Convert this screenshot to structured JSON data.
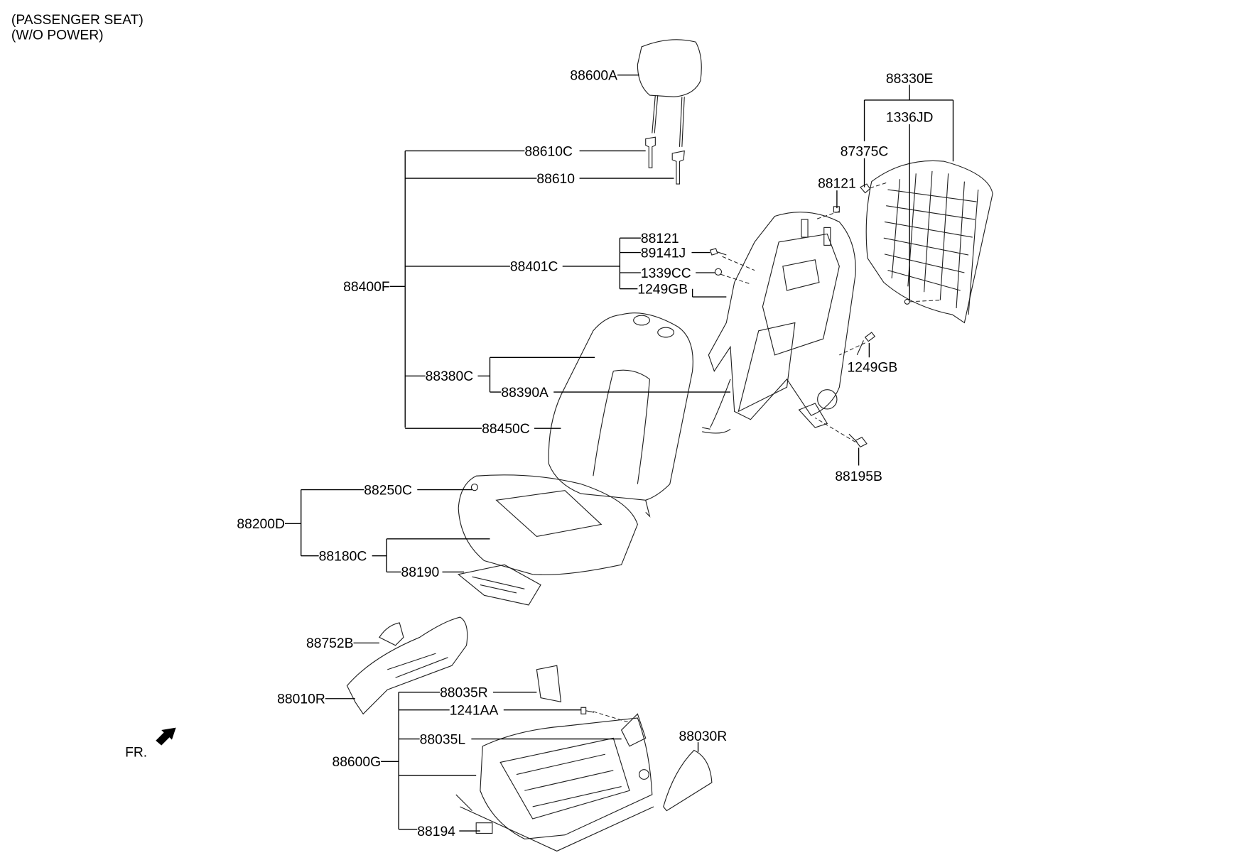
{
  "header": {
    "line1": "(PASSENGER SEAT)",
    "line2": "(W/O POWER)"
  },
  "labels": {
    "headrest": "88600A",
    "guide_c": "88610C",
    "guide": "88610",
    "back_assy": "88400F",
    "back_frame": "88401C",
    "frame_88121": "88121",
    "frame_bolt": "89141J",
    "frame_nut": "1339CC",
    "frame_1249gb": "1249GB",
    "back_cover_assy": "88380C",
    "back_cover": "88390A",
    "back_pad": "88450C",
    "board_assy": "88330E",
    "board_1336jd": "1336JD",
    "board_clip": "87375C",
    "board_88121": "88121",
    "bolt_1249gb": "1249GB",
    "bolt_88195b": "88195B",
    "cushion_assy": "88200D",
    "cushion_cover": "88250C",
    "cushion_pad_assy": "88180C",
    "cushion_pad": "88190",
    "cover_88752b": "88752B",
    "shield_outer": "88010R",
    "cushion_frame": "88600G",
    "bracket_r": "88035R",
    "bolt_1241aa": "1241AA",
    "bracket_l": "88035L",
    "module": "88194",
    "shield_inner": "88030R",
    "front": "FR."
  }
}
